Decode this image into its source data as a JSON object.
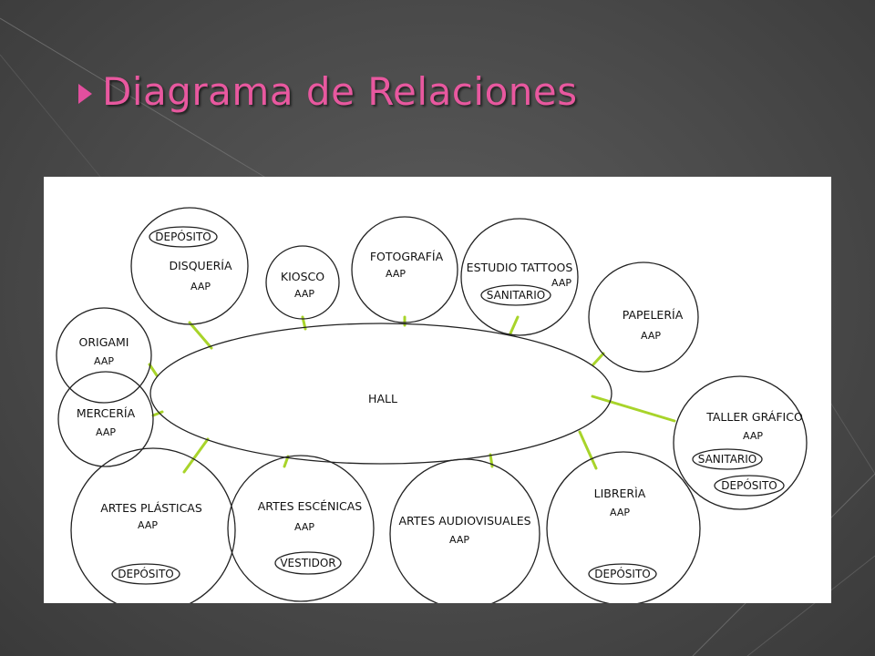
{
  "slide": {
    "title": "Diagrama de Relaciones"
  },
  "diagram": {
    "hall": {
      "label": "HALL"
    },
    "nodes": {
      "disqueria": {
        "name": "DISQUERÍA",
        "code": "AAP",
        "tags": [
          "DEPÓSITO"
        ]
      },
      "kiosco": {
        "name": "KIOSCO",
        "code": "AAP"
      },
      "fotografia": {
        "name": "FOTOGRAFÍA",
        "code": "AAP"
      },
      "estudio_tattoos": {
        "name": "ESTUDIO TATTOOS",
        "code": "AAP",
        "tags": [
          "SANITARIO"
        ]
      },
      "papeleria": {
        "name": "PAPELERÍA",
        "code": "AAP"
      },
      "origami": {
        "name": "ORIGAMI",
        "code": "AAP"
      },
      "merceria": {
        "name": "MERCERÍA",
        "code": "AAP"
      },
      "taller_grafico": {
        "name": "TALLER GRÁFICO",
        "code": "AAP",
        "tags": [
          "SANITARIO",
          "DEPÓSITO"
        ]
      },
      "artes_plasticas": {
        "name": "ARTES PLÁSTICAS",
        "code": "AAP",
        "tags": [
          "DEPÓSITO"
        ]
      },
      "artes_escenicas": {
        "name": "ARTES ESCÉNICAS",
        "code": "AAP",
        "tags": [
          "VESTIDOR"
        ]
      },
      "artes_audiovisuales": {
        "name": "ARTES AUDIOVISUALES",
        "code": "AAP"
      },
      "libreria": {
        "name": "LIBRERÌA",
        "code": "AAP",
        "tags": [
          "DEPÓSITO"
        ]
      }
    },
    "colors": {
      "link": "#a8d42a",
      "title": "#e8589f",
      "outline": "#222222"
    }
  }
}
